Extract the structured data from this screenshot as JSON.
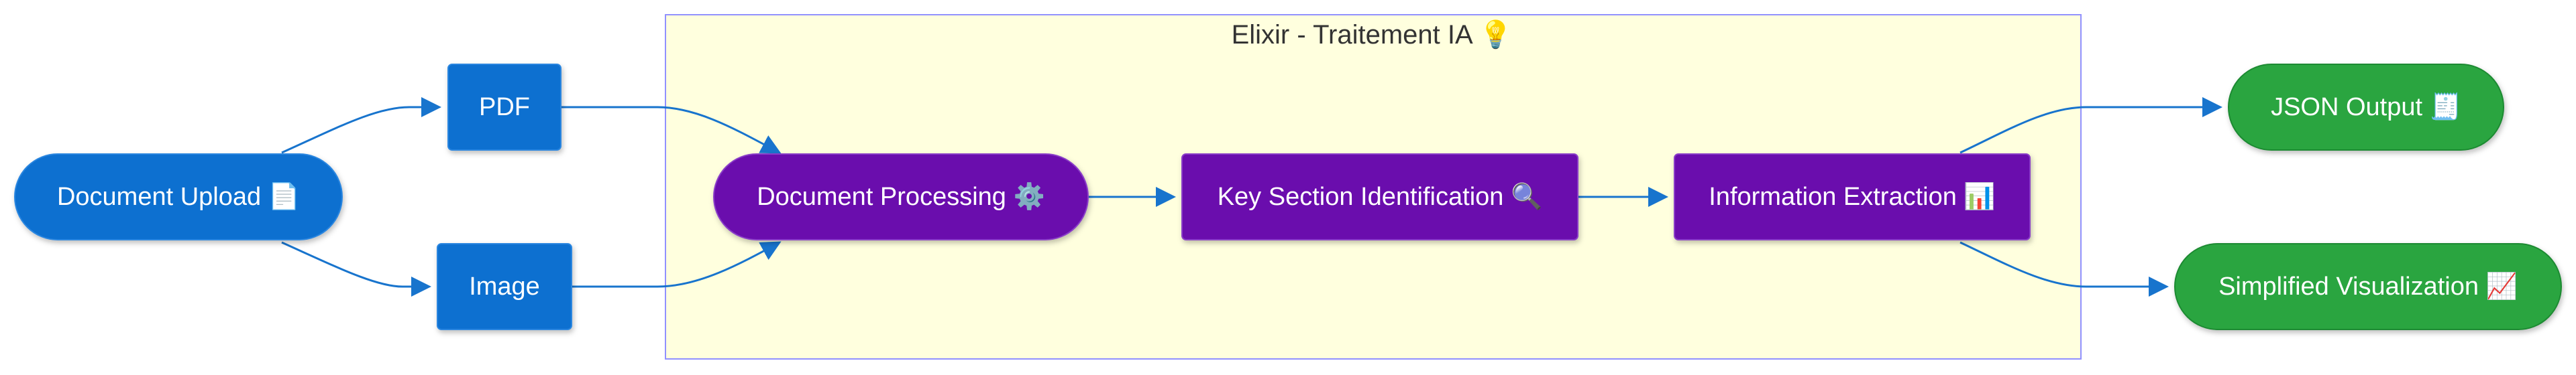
{
  "cluster": {
    "title": "Elixir - Traitement IA 💡"
  },
  "nodes": {
    "upload": "Document Upload 📄",
    "pdf": "PDF",
    "image": "Image",
    "processing": "Document Processing ⚙️",
    "key_section": "Key Section Identification 🔍",
    "extraction": "Information Extraction 📊",
    "json_output": "JSON Output 🧾",
    "visualization": "Simplified Visualization 📈"
  },
  "colors": {
    "input_node": "#0b6fd0",
    "process_node": "#6a0dad",
    "output_node": "#2aa53f",
    "cluster_fill": "#ffffde",
    "cluster_border": "#9191ff",
    "edge": "#1874cd"
  }
}
